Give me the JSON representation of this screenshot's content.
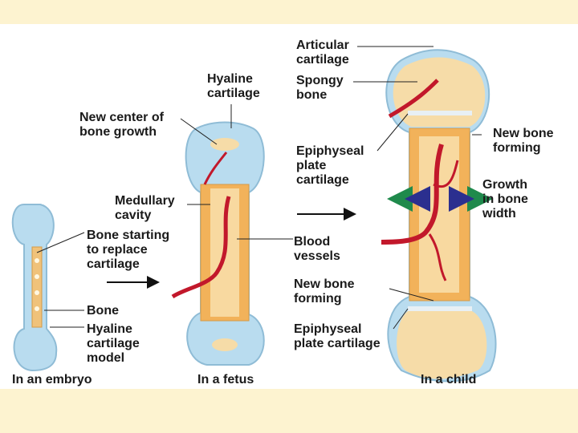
{
  "labels": {
    "articular_cartilage": "Articular\ncartilage",
    "hyaline_cartilage_top": "Hyaline\ncartilage",
    "spongy_bone": "Spongy\nbone",
    "new_center_of_bone_growth": "New center of\nbone growth",
    "new_bone_forming_right": "New bone\nforming",
    "epiphyseal_plate_cartilage_top": "Epiphyseal\nplate\ncartilage",
    "growth_in_bone_width": "Growth\nin bone\nwidth",
    "medullary_cavity": "Medullary\ncavity",
    "bone_starting_to_replace_cartilage": "Bone starting\nto replace\ncartilage",
    "blood_vessels": "Blood\nvessels",
    "new_bone_forming_bottom": "New bone\nforming",
    "bone": "Bone",
    "hyaline_cartilage_model": "Hyaline\ncartilage\nmodel",
    "epiphyseal_plate_cartilage_bottom": "Epiphyseal\nplate cartilage"
  },
  "captions": {
    "embryo": "In an embryo",
    "fetus": "In a fetus",
    "child": "In a child"
  },
  "colors": {
    "cartilage": "#b9dcef",
    "cartilage_edge": "#8fbcd6",
    "bone": "#f2b25a",
    "bone_light": "#f8d9a0",
    "spongy": "#f6dca8",
    "vessel": "#c2182b",
    "arrow_growth": "#1f8a4c",
    "arrow_growth_2": "#2b2f8f"
  }
}
